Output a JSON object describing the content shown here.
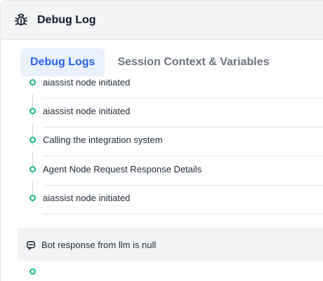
{
  "header": {
    "title": "Debug Log",
    "icon": "bug-icon"
  },
  "tabs": [
    {
      "label": "Debug Logs",
      "active": true
    },
    {
      "label": "Session Context & Variables",
      "active": false
    }
  ],
  "log_items": [
    {
      "text": "aiassist node initiated"
    },
    {
      "text": "aiassist node initiated"
    },
    {
      "text": "Calling the integration system"
    },
    {
      "text": "Agent Node Request Response Details"
    },
    {
      "text": "aiassist node initiated"
    }
  ],
  "bot_response": {
    "text": "Bot response from llm is null",
    "icon": "chat-bubble-icon"
  },
  "colors": {
    "accent": "#2563eb",
    "status_dot": "#10b981",
    "tab_active_bg": "#eaf1fd"
  }
}
